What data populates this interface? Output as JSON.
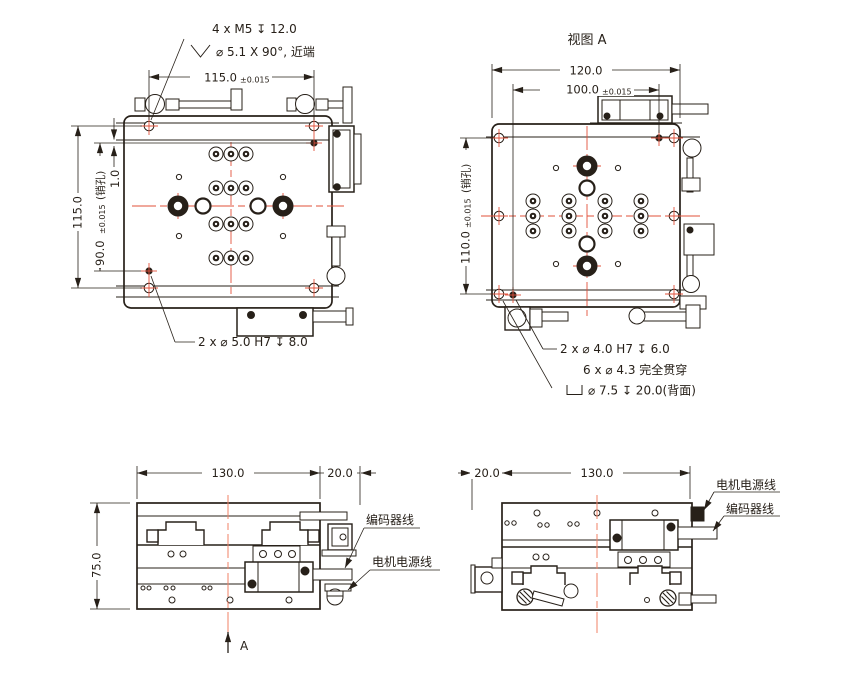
{
  "colors": {
    "line": "#272019",
    "centerline": "#e2503a",
    "centerline_soft": "#f08066",
    "background": "#ffffff"
  },
  "views": {
    "planLeft": {
      "calloutM5": "4 x M5 ↧ 12.0",
      "calloutCsk": "⌀ 5.1 X 90°, 近端",
      "calloutPin": "2 x ⌀ 5.0 H7 ↧ 8.0",
      "dimTop": "115.0",
      "dimTopTol": "±0.015",
      "dimLeftOuter": "115.0",
      "dimPin": "90.0",
      "dimPinTol": "±0.015",
      "dimPinNote": "(销孔)",
      "dimGap": "1.0"
    },
    "planRight": {
      "title": "视图 A",
      "dimTop": "120.0",
      "dimInner": "100.0",
      "dimInnerTol": "±0.015",
      "dimLeft": "110.0",
      "dimLeftTol": "±0.015",
      "dimLeftNote": "(销孔)",
      "calloutPin": "2 x ⌀ 4.0 H7 ↧ 6.0",
      "calloutThru": "6 x ⌀ 4.3 完全贯穿",
      "calloutCbore": "⌀ 7.5 ↧ 20.0(背面)"
    },
    "sideLeft": {
      "dimWidth": "130.0",
      "dimOverhang": "20.0",
      "dimHeight": "75.0",
      "labelEncoder": "编码器线",
      "labelPower": "电机电源线",
      "sectionArrow": "A"
    },
    "sideRight": {
      "dimOverhang": "20.0",
      "dimWidth": "130.0",
      "labelPower": "电机电源线",
      "labelEncoder": "编码器线"
    }
  }
}
